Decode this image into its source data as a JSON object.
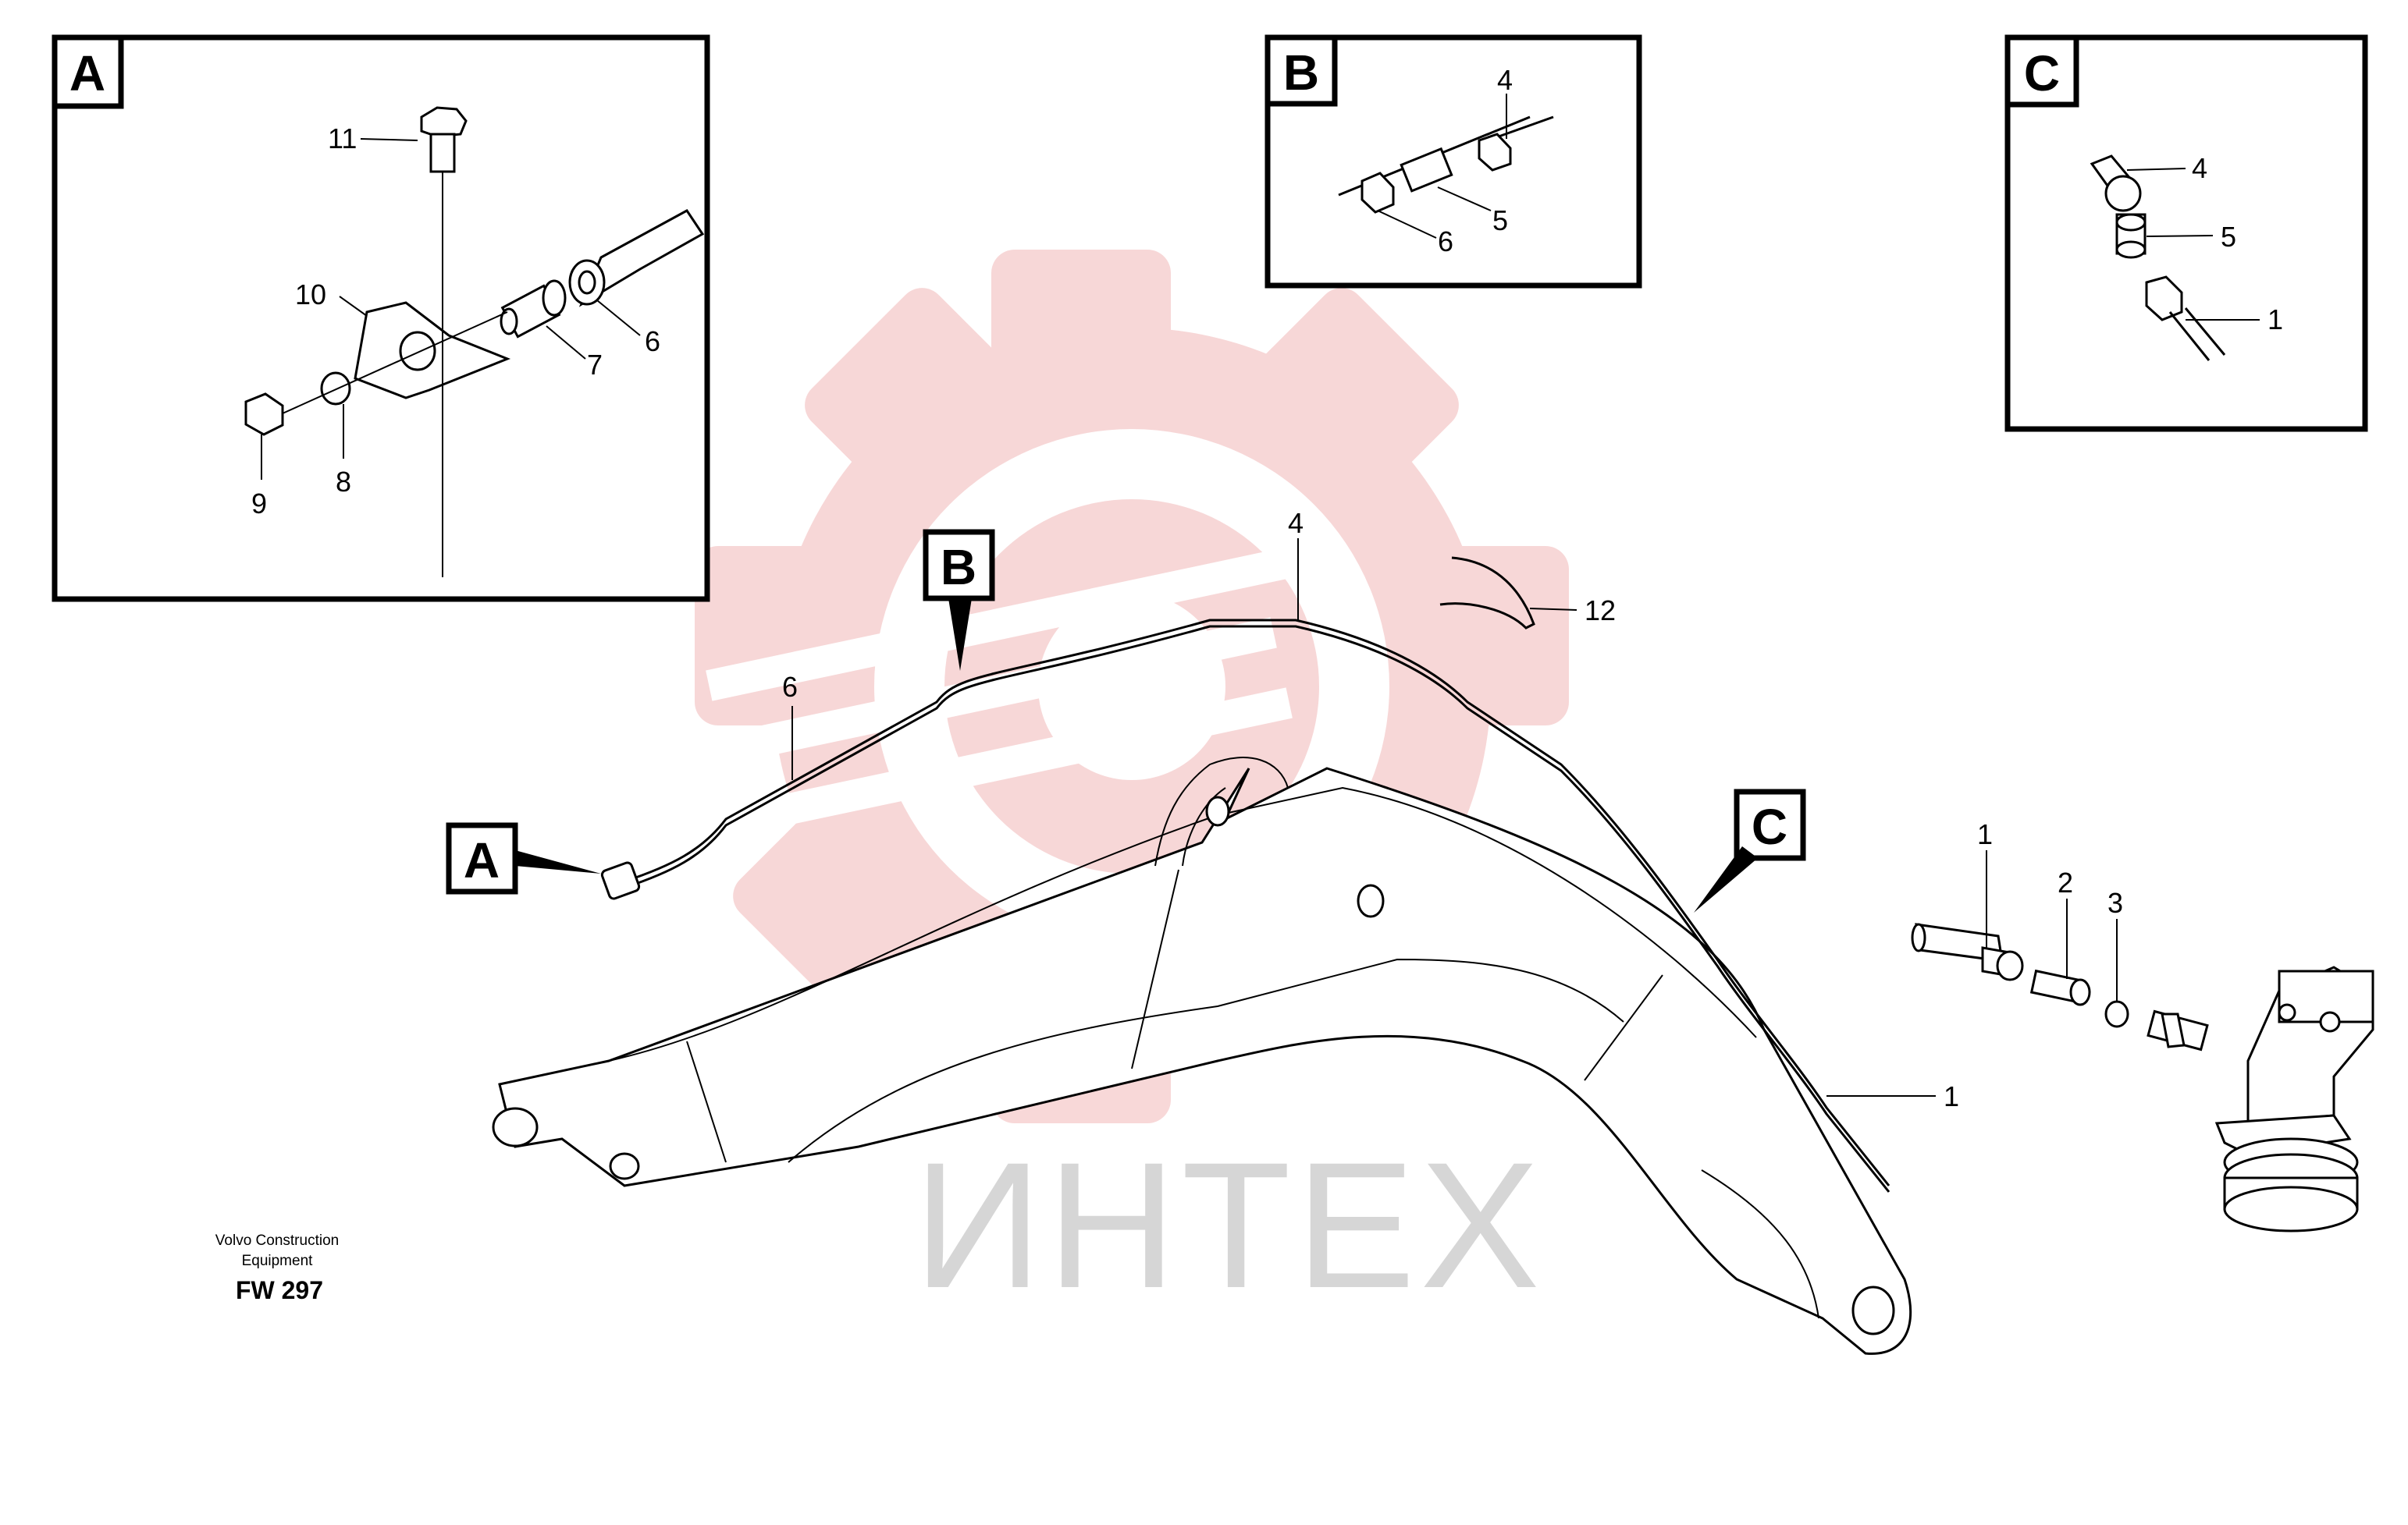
{
  "detail_boxes": {
    "a": {
      "label": "A"
    },
    "b": {
      "label": "B"
    },
    "c": {
      "label": "C"
    }
  },
  "main_flags": {
    "a": "A",
    "b": "B",
    "c": "C"
  },
  "callouts": {
    "a11": "11",
    "a10": "10",
    "a9": "9",
    "a8": "8",
    "a7": "7",
    "a6": "6",
    "b4": "4",
    "b5": "5",
    "b6": "6",
    "c4": "4",
    "c5": "5",
    "c1": "1",
    "m4": "4",
    "m6": "6",
    "m12": "12",
    "m1": "1",
    "r1": "1",
    "r2": "2",
    "r3": "3"
  },
  "credit": {
    "line1": "Volvo Construction",
    "line2": "Equipment",
    "code": "FW 297"
  },
  "watermark": {
    "text": "ИНТЕХ",
    "color": "#f2b8b8"
  }
}
